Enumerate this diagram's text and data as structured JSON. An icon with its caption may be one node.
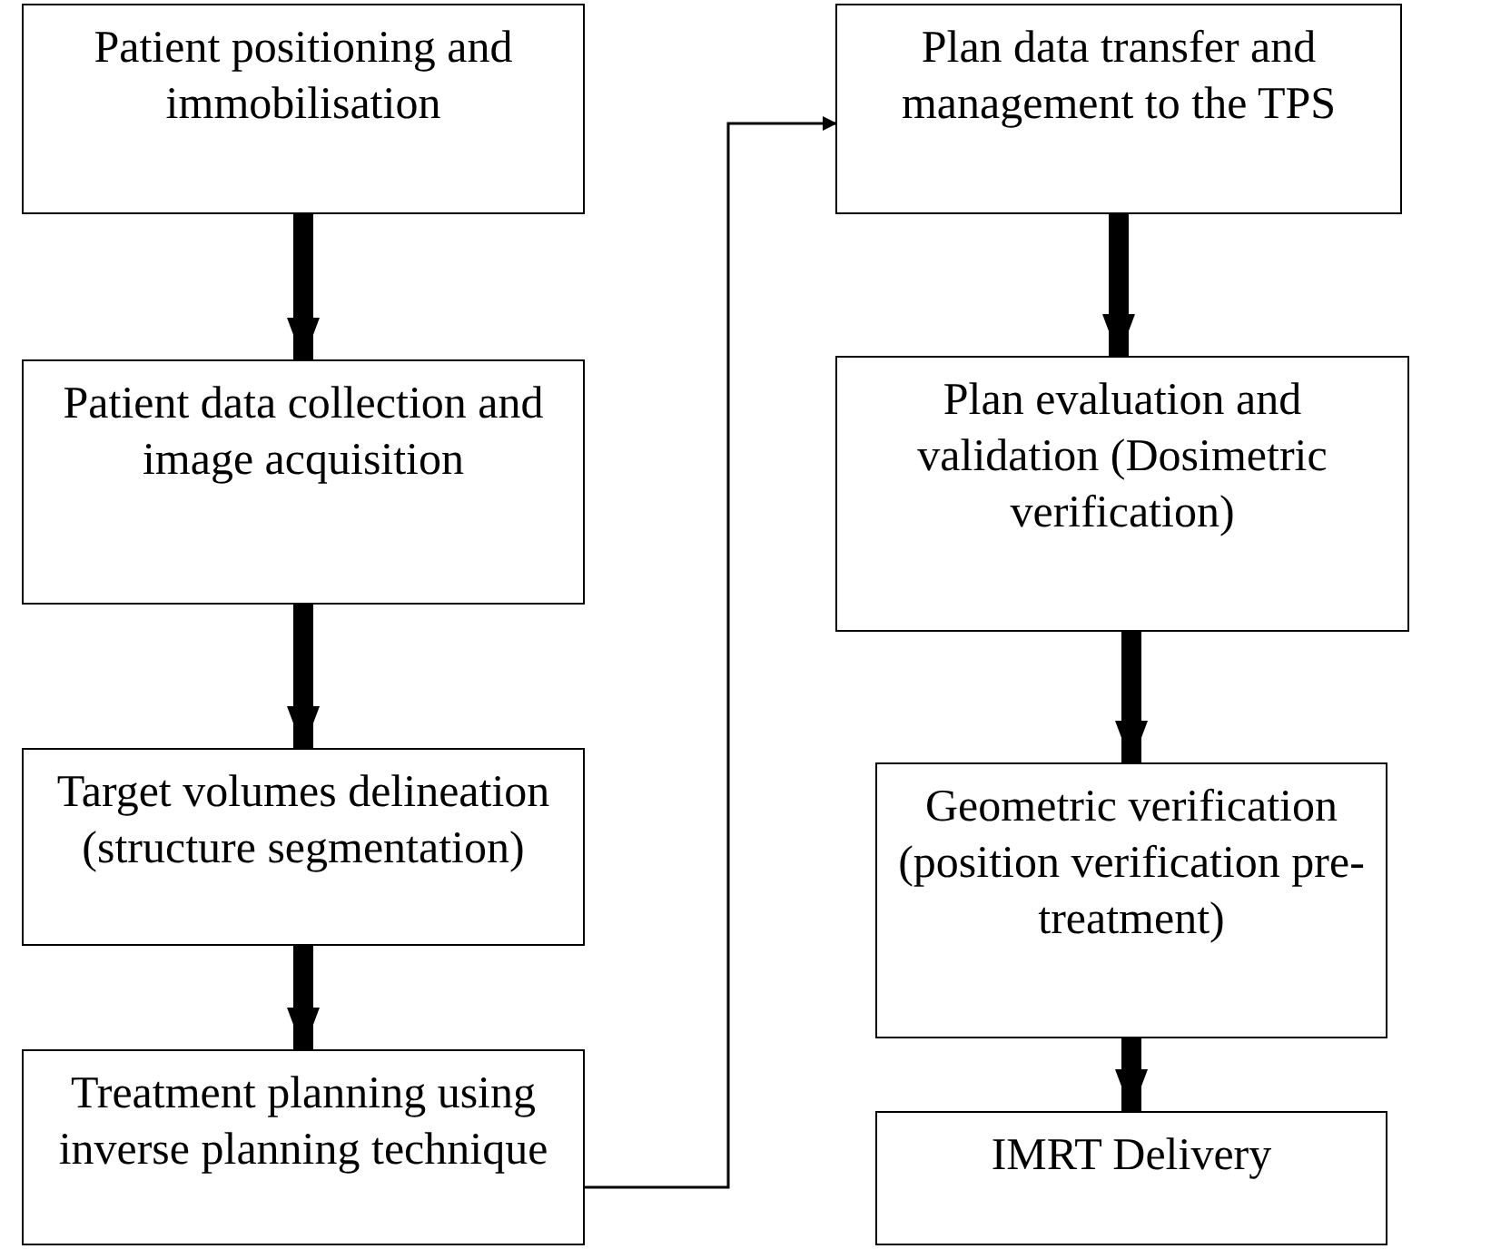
{
  "diagram": {
    "nodes": [
      {
        "text": [
          "Patient positioning and immobilisation"
        ]
      },
      {
        "text": [
          "Patient data collection and image acquisition"
        ]
      },
      {
        "text": [
          "Target volumes delineation (structure segmentation)"
        ]
      },
      {
        "text": [
          "Treatment planning using inverse planning technique"
        ]
      },
      {
        "text": [
          "Plan data transfer and management to the TPS"
        ]
      },
      {
        "text": [
          "Plan evaluation and validation (Dosimetric verification)"
        ]
      },
      {
        "text": [
          "Geometric verification (position verification pre-treatment)"
        ]
      },
      {
        "text": [
          "IMRT Delivery"
        ]
      }
    ],
    "edges": [
      {
        "from": 0,
        "to": 1,
        "arrow": "to"
      },
      {
        "from": 1,
        "to": 2,
        "arrow": "to"
      },
      {
        "from": 2,
        "to": 3,
        "arrow": "to"
      },
      {
        "from": 3,
        "to": 4,
        "arrow": "to"
      },
      {
        "from": 4,
        "to": 5,
        "arrow": "to"
      },
      {
        "from": 5,
        "to": 6,
        "arrow": "to"
      },
      {
        "from": 6,
        "to": 7,
        "arrow": "to"
      }
    ]
  }
}
